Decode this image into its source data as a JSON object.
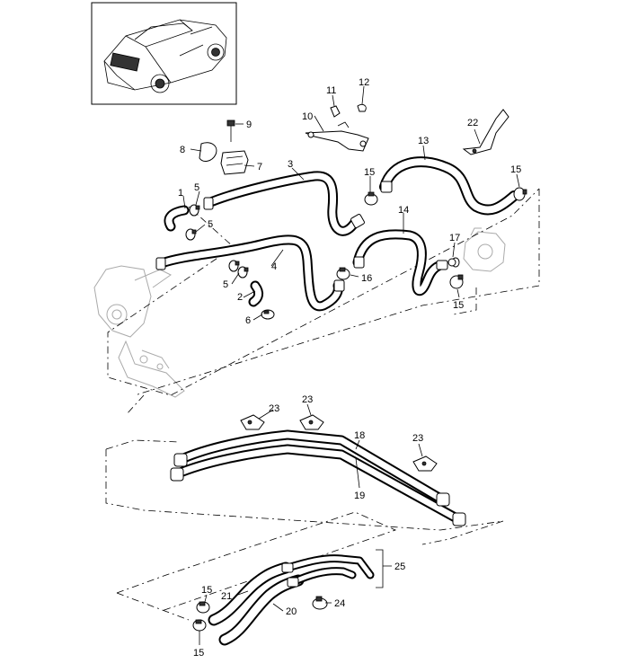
{
  "callouts": [
    {
      "n": "1"
    },
    {
      "n": "2"
    },
    {
      "n": "3"
    },
    {
      "n": "4"
    },
    {
      "n": "5"
    },
    {
      "n": "5"
    },
    {
      "n": "5"
    },
    {
      "n": "6"
    },
    {
      "n": "7"
    },
    {
      "n": "8"
    },
    {
      "n": "9"
    },
    {
      "n": "10"
    },
    {
      "n": "11"
    },
    {
      "n": "12"
    },
    {
      "n": "13"
    },
    {
      "n": "14"
    },
    {
      "n": "15"
    },
    {
      "n": "15"
    },
    {
      "n": "15"
    },
    {
      "n": "15"
    },
    {
      "n": "15"
    },
    {
      "n": "16"
    },
    {
      "n": "17"
    },
    {
      "n": "18"
    },
    {
      "n": "19"
    },
    {
      "n": "20"
    },
    {
      "n": "21"
    },
    {
      "n": "22"
    },
    {
      "n": "23"
    },
    {
      "n": "23"
    },
    {
      "n": "23"
    },
    {
      "n": "24"
    },
    {
      "n": "25"
    }
  ]
}
